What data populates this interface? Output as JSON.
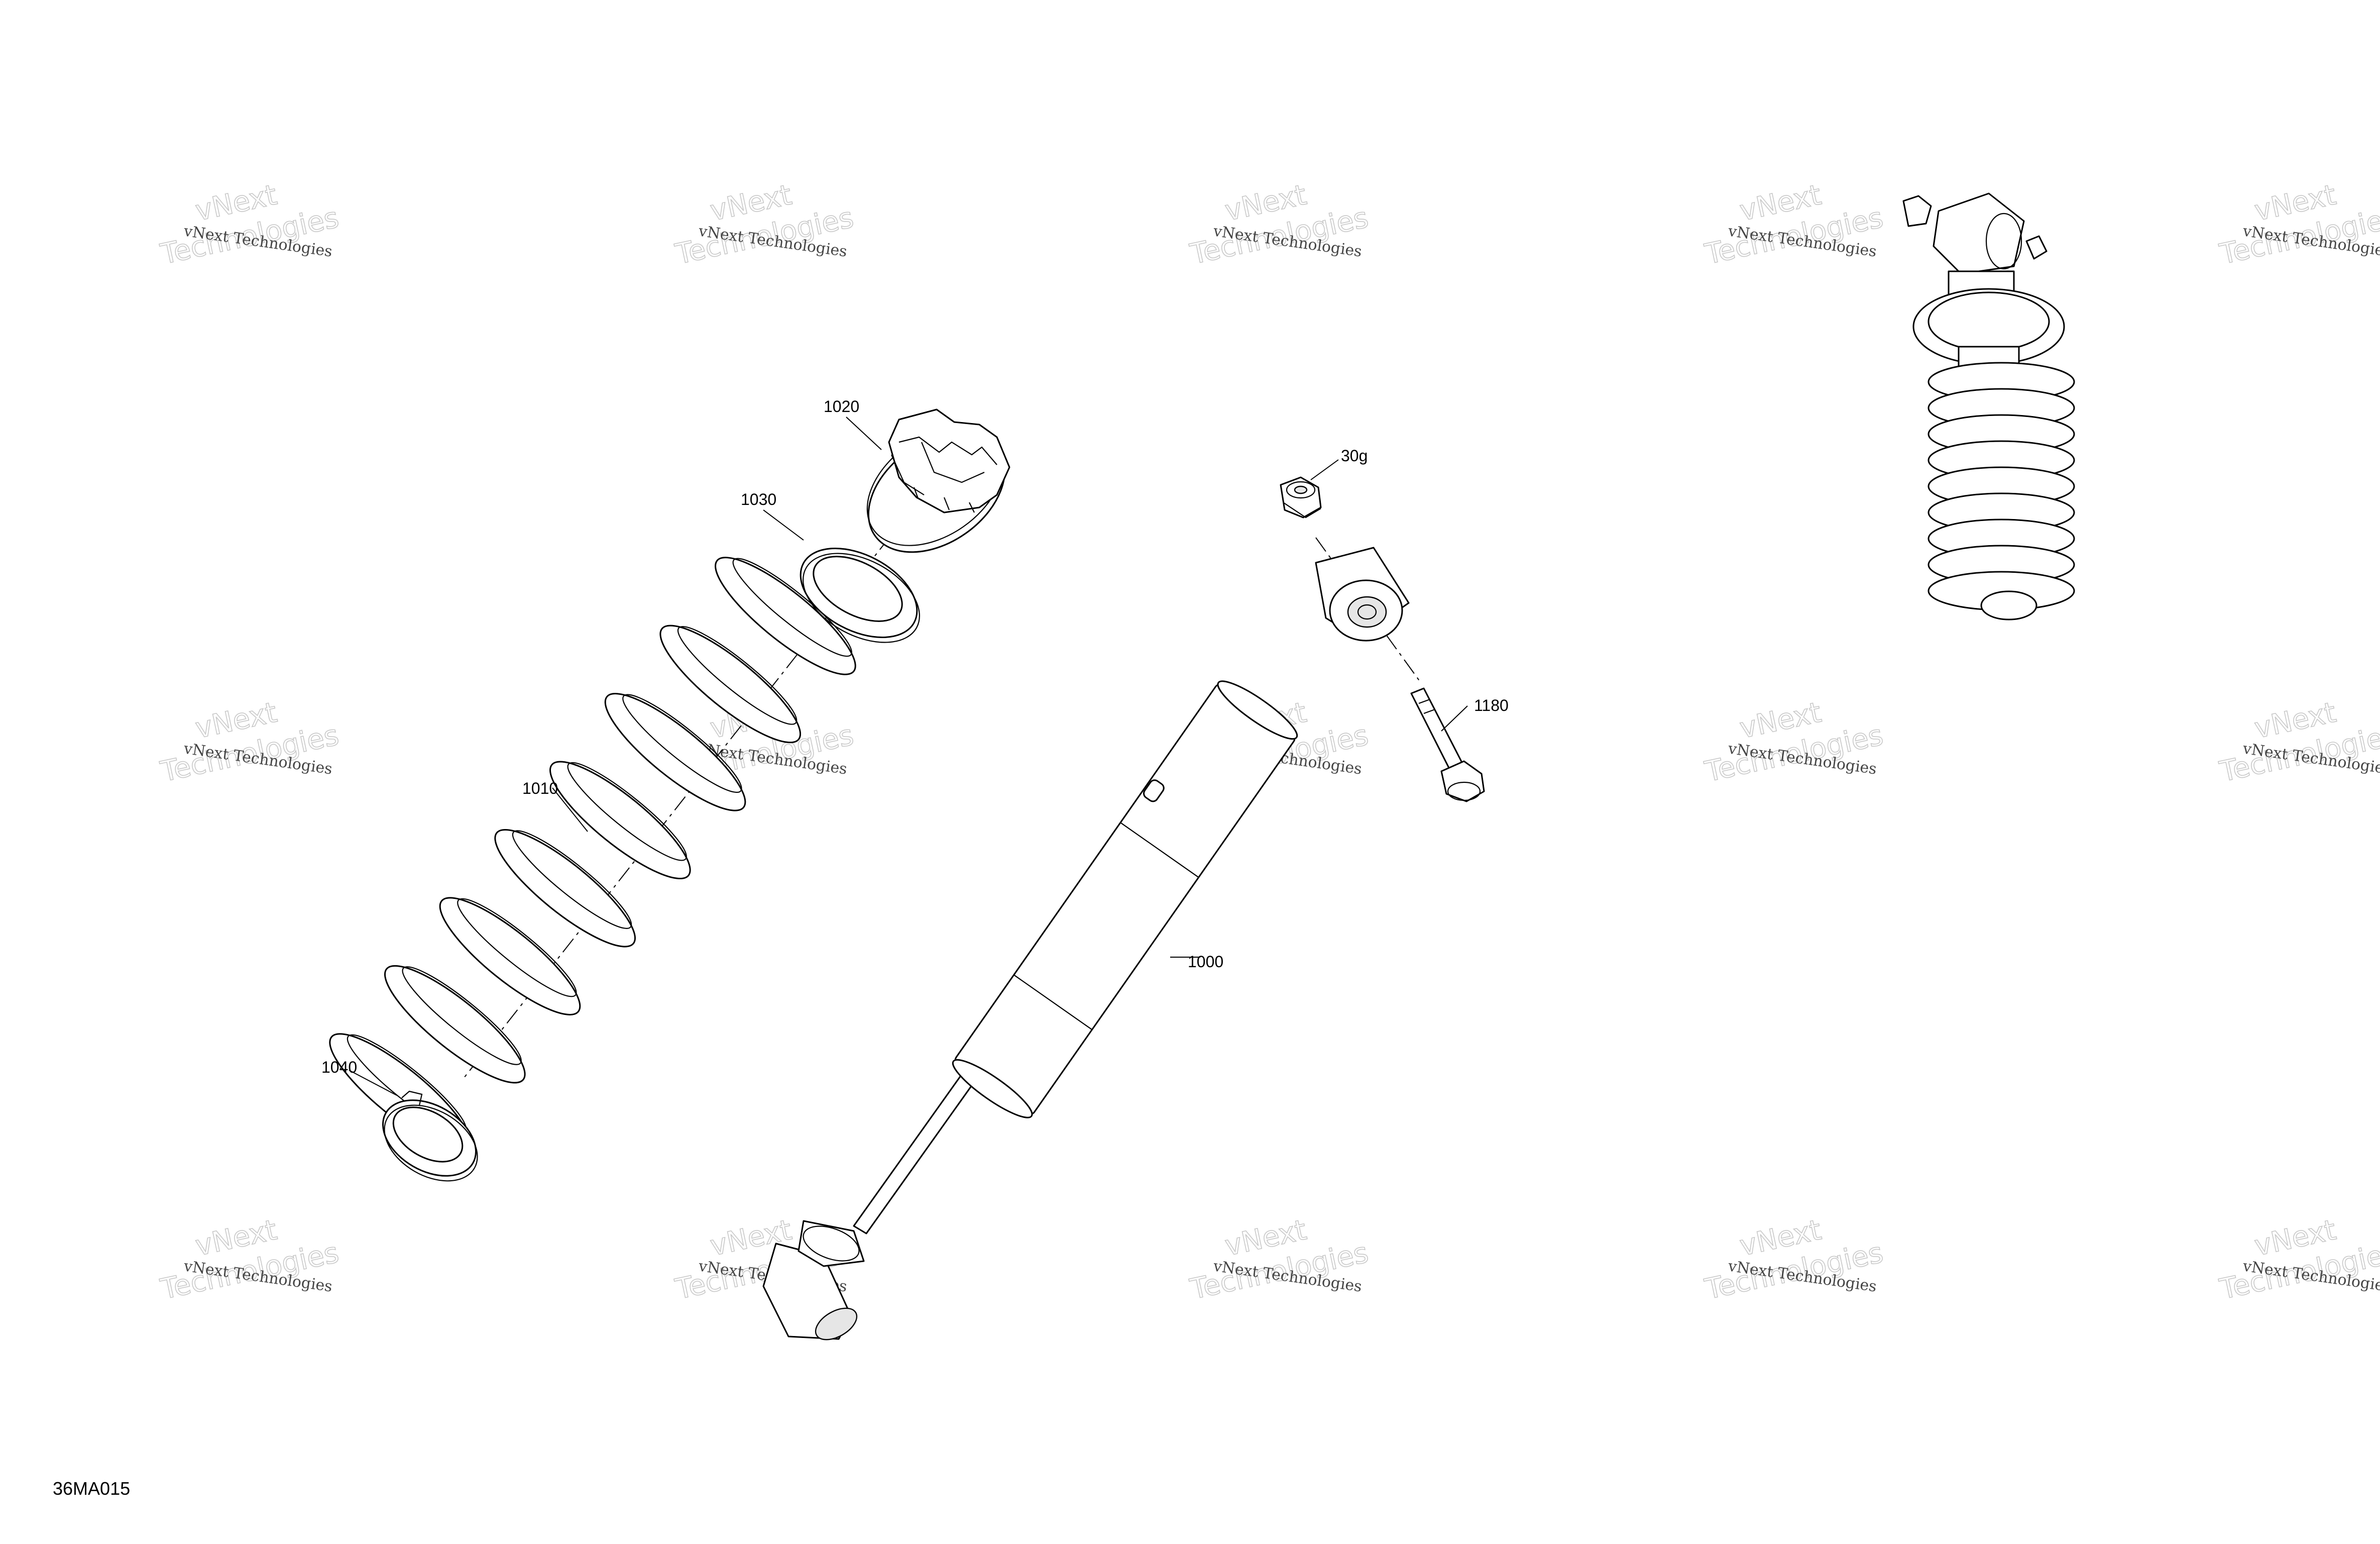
{
  "diagram": {
    "figure_id": "36MA015",
    "callouts": {
      "shock_absorber": "1000",
      "spring": "1010",
      "upper_spring_retainer": "1020",
      "spacer_ring": "1030",
      "lower_spring_retainer": "1040",
      "bolt": "1180",
      "nut": "30g"
    },
    "watermark": {
      "line1": "vNext Technologies",
      "brand_top": "vNext",
      "brand_bottom": "Technologies"
    }
  }
}
